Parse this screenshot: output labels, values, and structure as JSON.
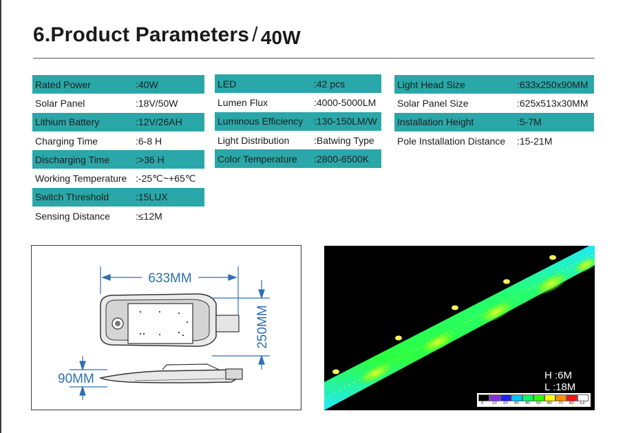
{
  "title": {
    "main": "6.Product Parameters",
    "slash": "/",
    "watt": "40W"
  },
  "tables": {
    "col1": [
      {
        "label": "Rated Power",
        "value": ":40W",
        "highlighted": true
      },
      {
        "label": "Solar Panel",
        "value": ":18V/50W",
        "highlighted": false
      },
      {
        "label": "Lithium Battery",
        "value": ":12V/26AH",
        "highlighted": true
      },
      {
        "label": "Charging Time",
        "value": ":6-8 H",
        "highlighted": false
      },
      {
        "label": "Discharging Time",
        "value": ":>36 H",
        "highlighted": true
      },
      {
        "label": "Working Temperature",
        "value": ":-25℃~+65℃",
        "highlighted": false
      },
      {
        "label": "Switch Threshold",
        "value": ":15LUX",
        "highlighted": true
      },
      {
        "label": "Sensing Distance",
        "value": ":≤12M",
        "highlighted": false
      }
    ],
    "col2": [
      {
        "label": "LED",
        "value": ":42  pcs",
        "highlighted": true
      },
      {
        "label": "Lumen Flux",
        "value": ":4000-5000LM",
        "highlighted": false
      },
      {
        "label": "Luminous Efficiency",
        "value": ":130-150LM/W",
        "highlighted": true
      },
      {
        "label": "Light Distribution",
        "value": ":Batwing Type",
        "highlighted": false
      },
      {
        "label": "Color Temperature",
        "value": ":2800-6500K",
        "highlighted": true
      }
    ],
    "col3": [
      {
        "label": "Light Head Size",
        "value": ":633x250x90MM",
        "highlighted": true
      },
      {
        "label": "Solar Panel Size",
        "value": ":625x513x30MM",
        "highlighted": false
      },
      {
        "label": "Installation Height",
        "value": ":5-7M",
        "highlighted": true
      },
      {
        "label": "Pole Installation Distance",
        "value": ":15-21M",
        "highlighted": false
      }
    ]
  },
  "dimensions": {
    "length": "633MM",
    "width": "250MM",
    "height": "90MM"
  },
  "simulation": {
    "height_label": "H :6M",
    "length_label": "L :18M",
    "scale_ticks": [
      "0",
      "10",
      "20",
      "30",
      "40",
      "50",
      "60",
      "70",
      "80",
      "Lx"
    ],
    "scale_colors": [
      "#000000",
      "#8a2be2",
      "#2020ff",
      "#00c8ff",
      "#00ff60",
      "#30ff00",
      "#ffff00",
      "#ff9000",
      "#ff1010",
      "#ffffff"
    ]
  },
  "colors": {
    "highlight": "#2aa7a8",
    "dimension_blue": "#2f6fb0"
  }
}
